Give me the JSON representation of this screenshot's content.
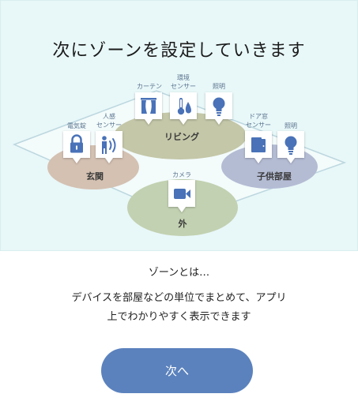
{
  "header": {
    "title": "次にゾーンを設定していきます"
  },
  "zones": {
    "living": {
      "label": "リビング"
    },
    "entrance": {
      "label": "玄関"
    },
    "kids_room": {
      "label": "子供部屋"
    },
    "outside": {
      "label": "外"
    }
  },
  "devices": {
    "curtain": {
      "label": "カーテン",
      "icon": "curtain-icon"
    },
    "env_sensor": {
      "label_line1": "環境",
      "label_line2": "センサー",
      "icon": "thermometer-drop-icon"
    },
    "living_light": {
      "label": "照明",
      "icon": "lightbulb-icon"
    },
    "smart_lock": {
      "label": "電気錠",
      "icon": "lock-icon"
    },
    "motion_sensor": {
      "label_line1": "人感",
      "label_line2": "センサー",
      "icon": "motion-sensor-icon"
    },
    "door_sensor": {
      "label_line1": "ドア窓",
      "label_line2": "センサー",
      "icon": "door-icon"
    },
    "kids_light": {
      "label": "照明",
      "icon": "lightbulb-icon"
    },
    "camera": {
      "label": "カメラ",
      "icon": "video-camera-icon"
    }
  },
  "colors": {
    "living_zone": "#c4c7a8",
    "entrance_zone": "#d4c1b2",
    "kids_zone": "#b4bcd4",
    "outside_zone": "#c2d1b1",
    "icon": "#4a72b8",
    "button": "#5b82bd"
  },
  "intro": {
    "caption": "ゾーンとは…",
    "line1": "デバイスを部屋などの単位でまとめて、アプリ",
    "line2": "上でわかりやすく表示できます"
  },
  "actions": {
    "next_label": "次へ"
  }
}
